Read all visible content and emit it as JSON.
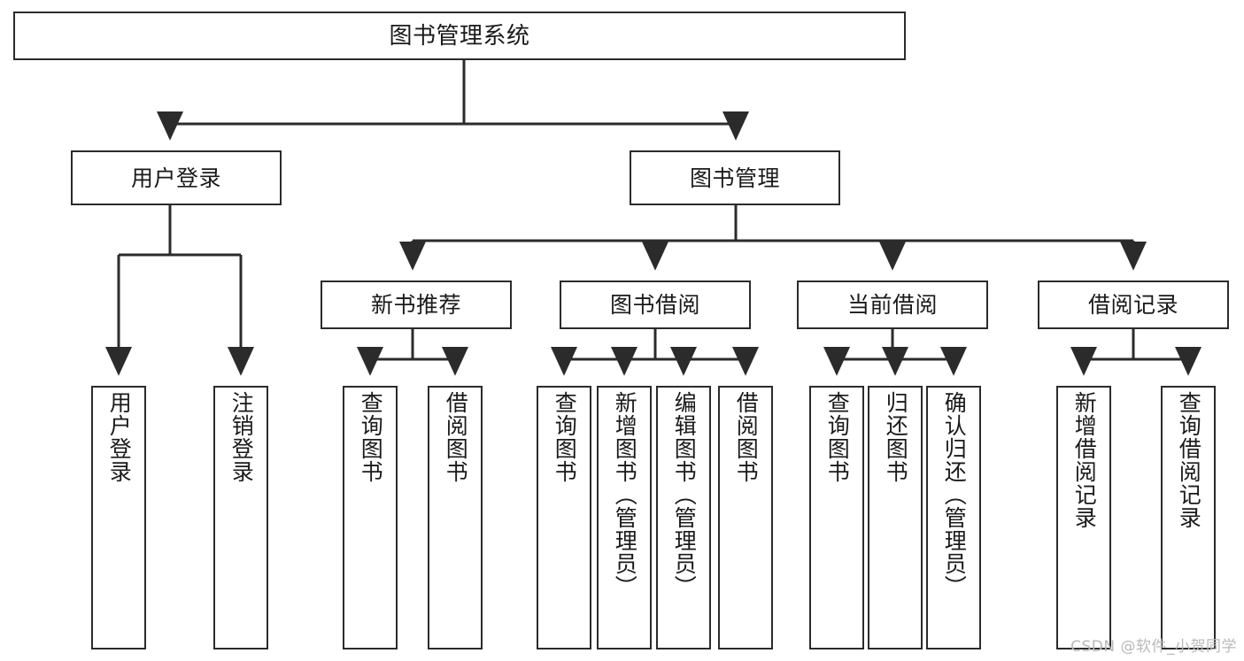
{
  "diagram": {
    "title": "图书管理系统",
    "type": "function-structure-tree",
    "background_color": "#ffffff",
    "line_color": "#2b2b2b",
    "text_color": "#1a1a1a",
    "watermark": "CSDN @软件_小贺同学"
  },
  "nodes": {
    "root": {
      "label": "图书管理系统"
    },
    "level2": [
      {
        "id": "user-login",
        "label": "用户登录"
      },
      {
        "id": "book-manage",
        "label": "图书管理"
      }
    ],
    "level3": [
      {
        "id": "new-book-recommend",
        "label": "新书推荐"
      },
      {
        "id": "book-borrow",
        "label": "图书借阅"
      },
      {
        "id": "current-borrow",
        "label": "当前借阅"
      },
      {
        "id": "borrow-record",
        "label": "借阅记录"
      }
    ],
    "leaves": {
      "user_login": [
        {
          "id": "leaf-user-login",
          "label": "用户登录"
        },
        {
          "id": "leaf-logout-login",
          "label": "注销登录"
        }
      ],
      "new_book_recommend": [
        {
          "id": "leaf-query-book-1",
          "label": "查询图书"
        },
        {
          "id": "leaf-borrow-book-1",
          "label": "借阅图书"
        }
      ],
      "book_borrow": [
        {
          "id": "leaf-query-book-2",
          "label": "查询图书"
        },
        {
          "id": "leaf-add-book",
          "label": "新增图书（管理员）"
        },
        {
          "id": "leaf-edit-book",
          "label": "编辑图书（管理员）"
        },
        {
          "id": "leaf-borrow-book-2",
          "label": "借阅图书"
        }
      ],
      "current_borrow": [
        {
          "id": "leaf-query-book-3",
          "label": "查询图书"
        },
        {
          "id": "leaf-return-book",
          "label": "归还图书"
        },
        {
          "id": "leaf-confirm-return",
          "label": "确认归还（管理员）"
        }
      ],
      "borrow_record": [
        {
          "id": "leaf-add-record",
          "label": "新增借阅记录"
        },
        {
          "id": "leaf-query-record",
          "label": "查询借阅记录"
        }
      ]
    }
  }
}
